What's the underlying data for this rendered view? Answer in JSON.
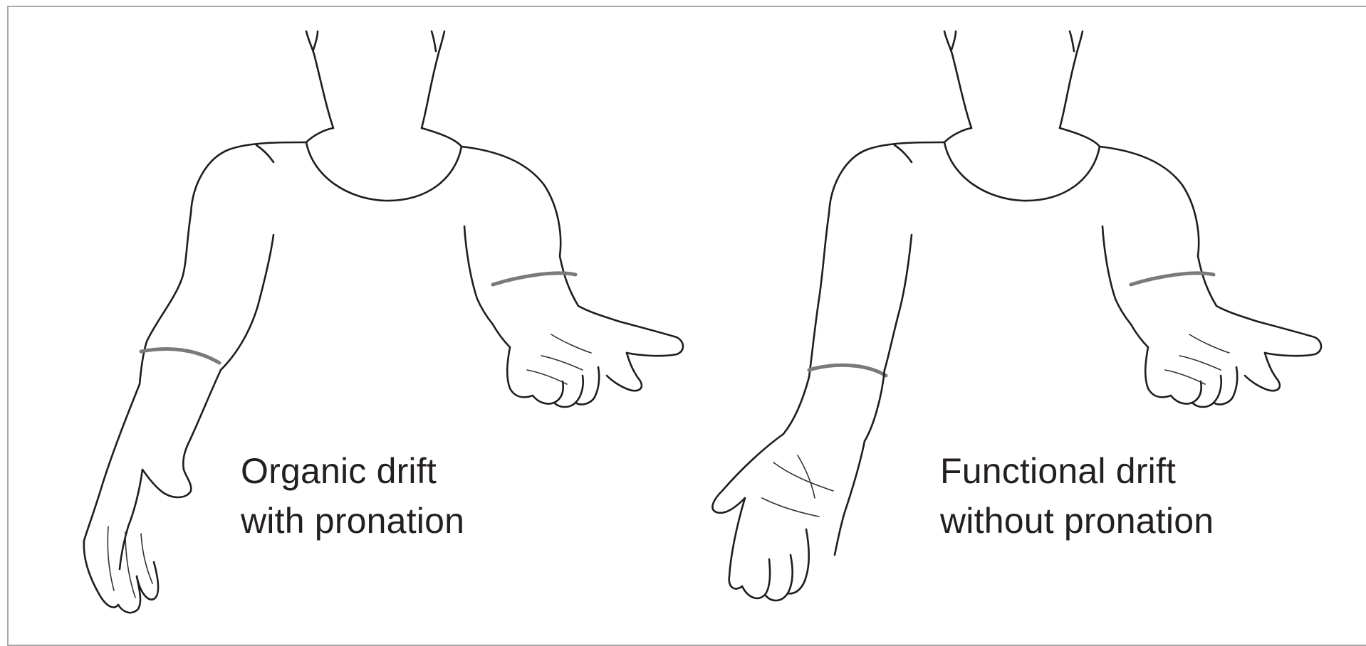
{
  "figures": [
    {
      "id": "organic",
      "caption_lines": [
        "Organic drift",
        "with pronation"
      ]
    },
    {
      "id": "functional",
      "caption_lines": [
        "Functional drift",
        "without pronation"
      ]
    }
  ],
  "colors": {
    "line": "#1e1e1e",
    "frame": "#a8a8a8",
    "text": "#231f20",
    "background": "#ffffff"
  }
}
